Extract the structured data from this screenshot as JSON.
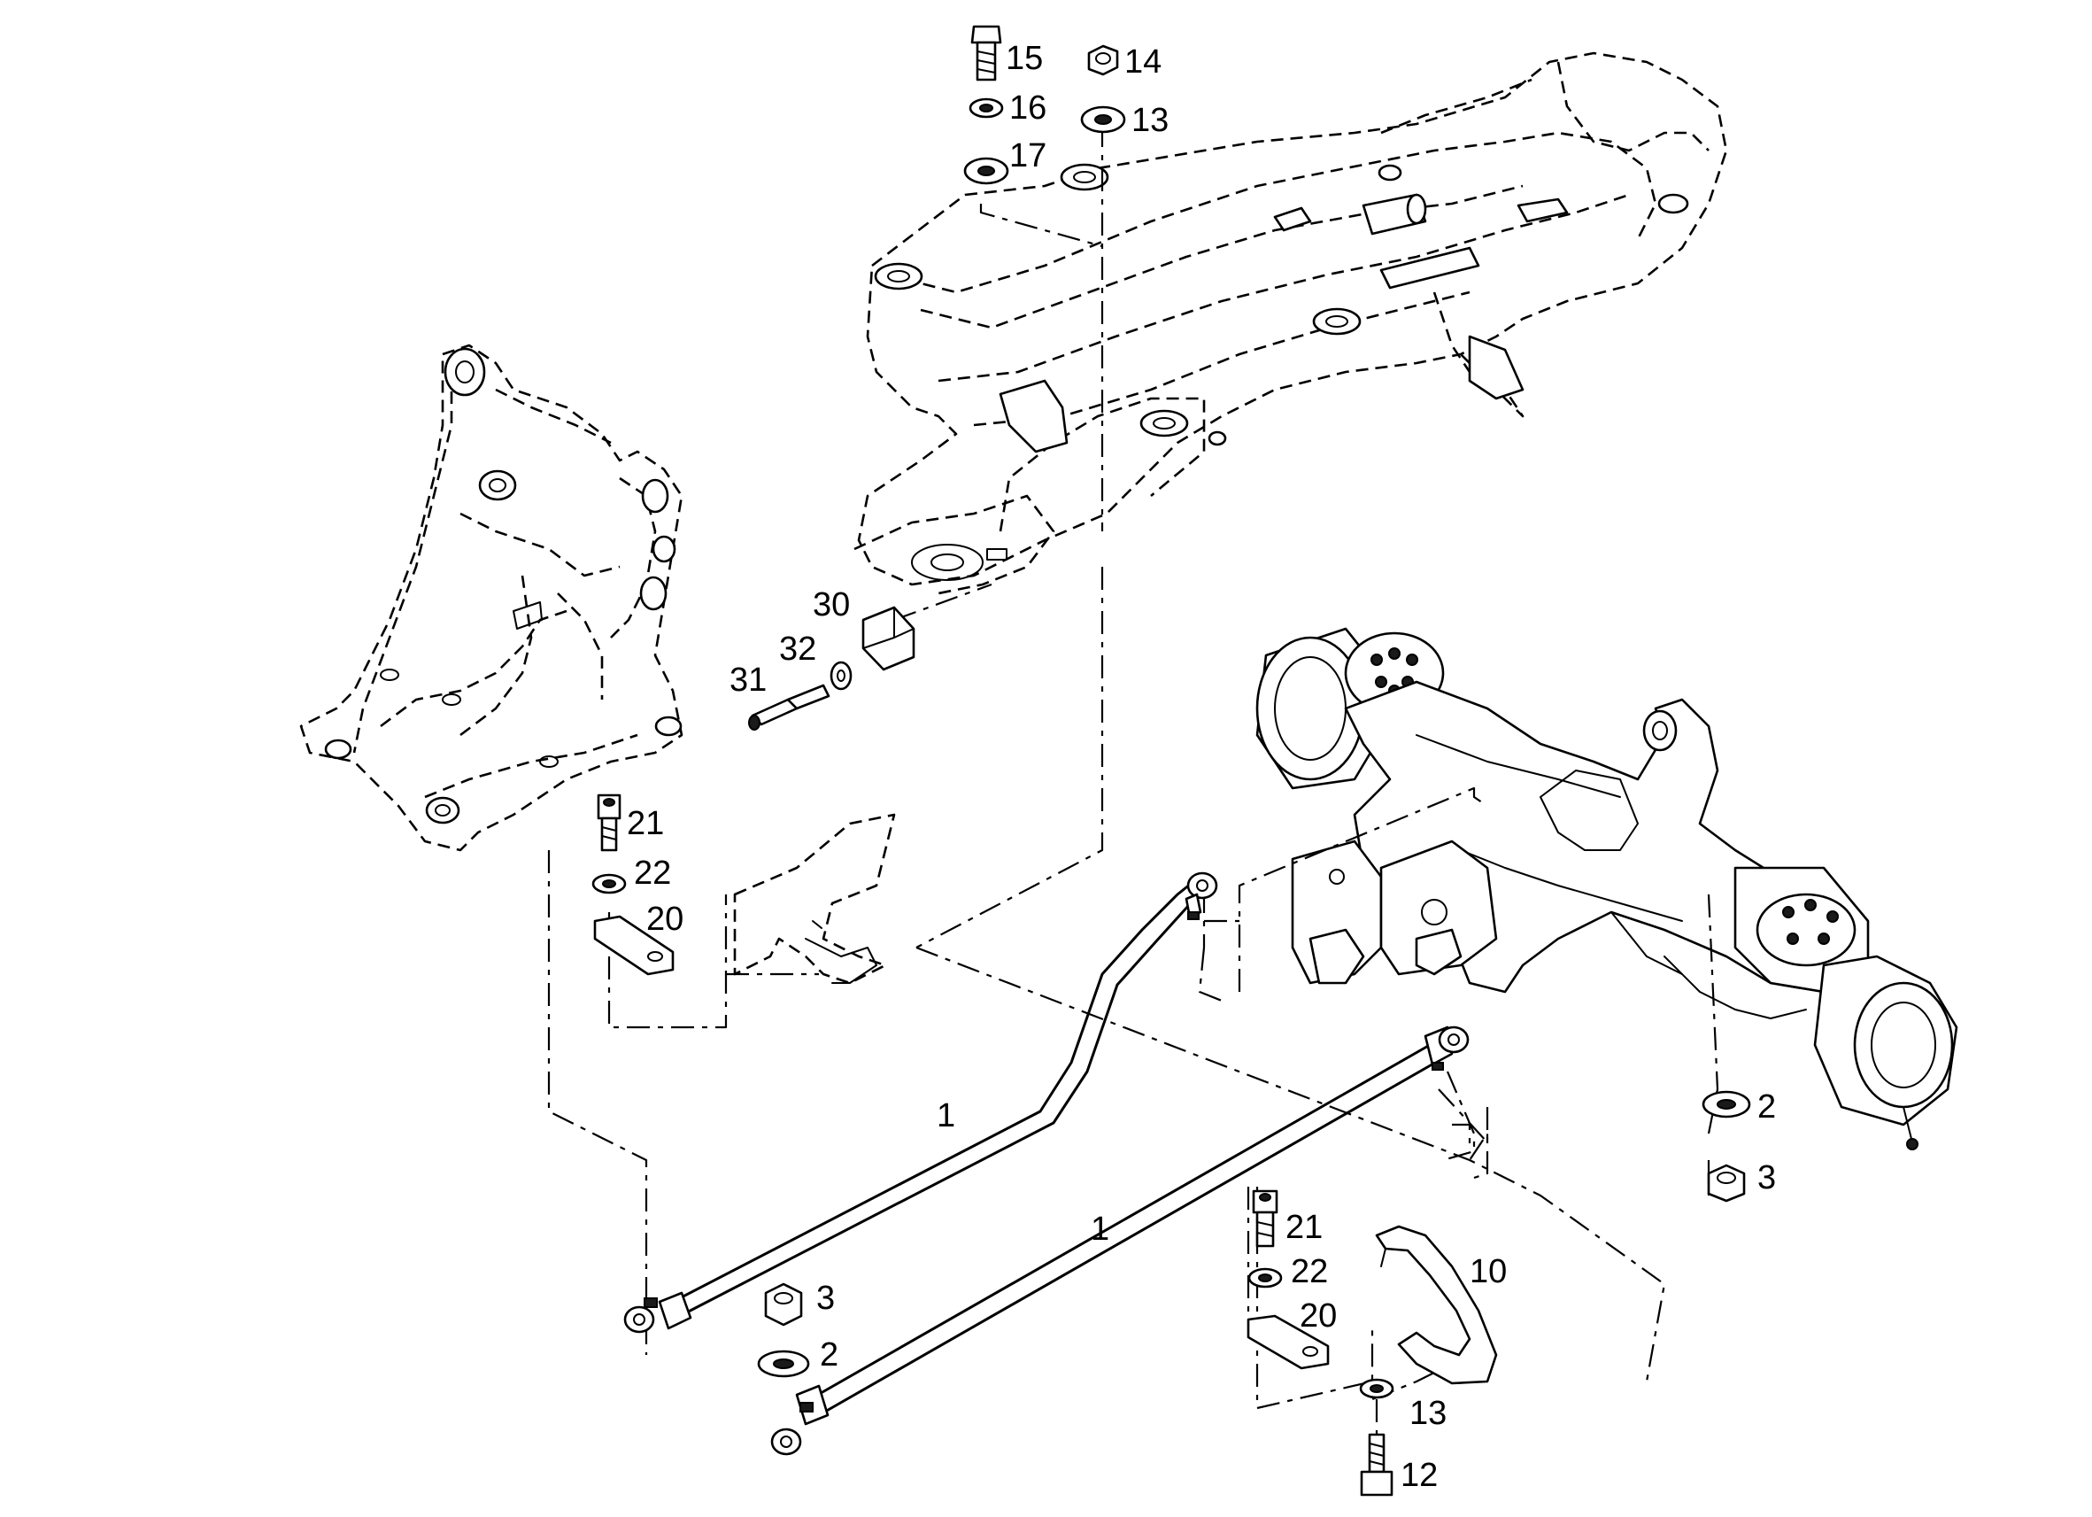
{
  "diagram": {
    "part_numbers": {
      "p15": "15",
      "p14": "14",
      "p16": "16",
      "p13_top": "13",
      "p17": "17",
      "p30": "30",
      "p32": "32",
      "p31": "31",
      "p21_left": "21",
      "p22_left": "22",
      "p20_left": "20",
      "p1_upper": "1",
      "p1_lower": "1",
      "p2_right": "2",
      "p3_right": "3",
      "p21_mid": "21",
      "p22_mid": "22",
      "p20_mid": "20",
      "p10": "10",
      "p3_mid": "3",
      "p2_mid": "2",
      "p13_bottom": "13",
      "p12": "12"
    }
  }
}
